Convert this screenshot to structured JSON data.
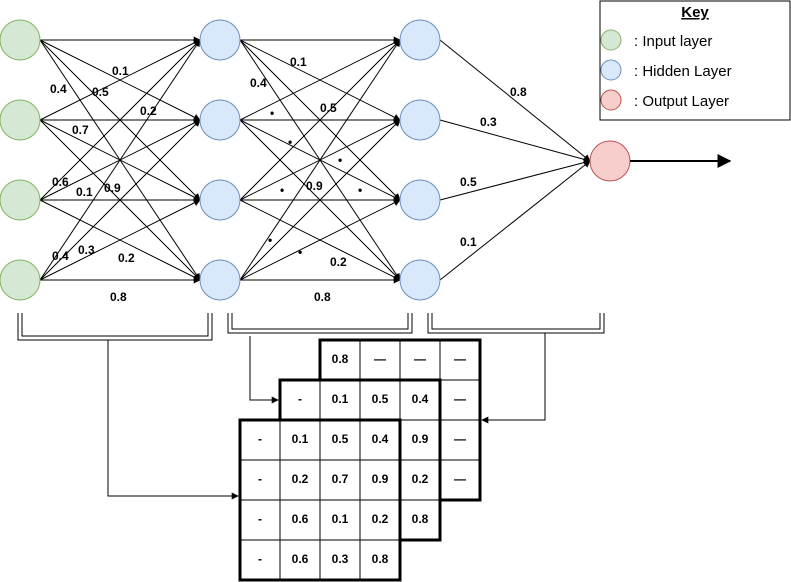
{
  "key": {
    "title": "Key",
    "items": [
      {
        "label": ": Input layer",
        "color": "#d5e8d4"
      },
      {
        "label": ": Hidden Layer",
        "color": "#dae8fc"
      },
      {
        "label": ": Output Layer",
        "color": "#f8cecc"
      }
    ]
  },
  "weights_layer1": [
    "0.1",
    "0.4",
    "0.5",
    "0.2",
    "0.7",
    "0.6",
    "0.1",
    "0.9",
    "0.4",
    "0.3",
    "0.2",
    "0.8"
  ],
  "weights_layer2": [
    "0.1",
    "0.4",
    "0.5",
    "•",
    "•",
    "•",
    "•",
    "0.9",
    "•",
    "•",
    "•",
    "0.2",
    "0.8"
  ],
  "weights_layer3": [
    "0.8",
    "0.3",
    "0.5",
    "0.1"
  ],
  "matrix_back": [
    [
      "0.8",
      "—",
      "—",
      "—"
    ],
    [
      "",
      "",
      "",
      "—"
    ],
    [
      "",
      "",
      "",
      "—"
    ],
    [
      "",
      "",
      "",
      "—"
    ]
  ],
  "matrix_mid": [
    [
      "-",
      "0.1",
      "0.5",
      "0.4"
    ],
    [
      "",
      "",
      "",
      "0.9"
    ],
    [
      "",
      "",
      "",
      "0.2"
    ],
    [
      "",
      "",
      "",
      "0.8"
    ]
  ],
  "matrix_front": [
    [
      "-",
      "0.1",
      "0.5",
      "0.4"
    ],
    [
      "-",
      "0.2",
      "0.7",
      "0.9"
    ],
    [
      "-",
      "0.6",
      "0.1",
      "0.2"
    ],
    [
      "-",
      "0.6",
      "0.3",
      "0.8"
    ]
  ]
}
